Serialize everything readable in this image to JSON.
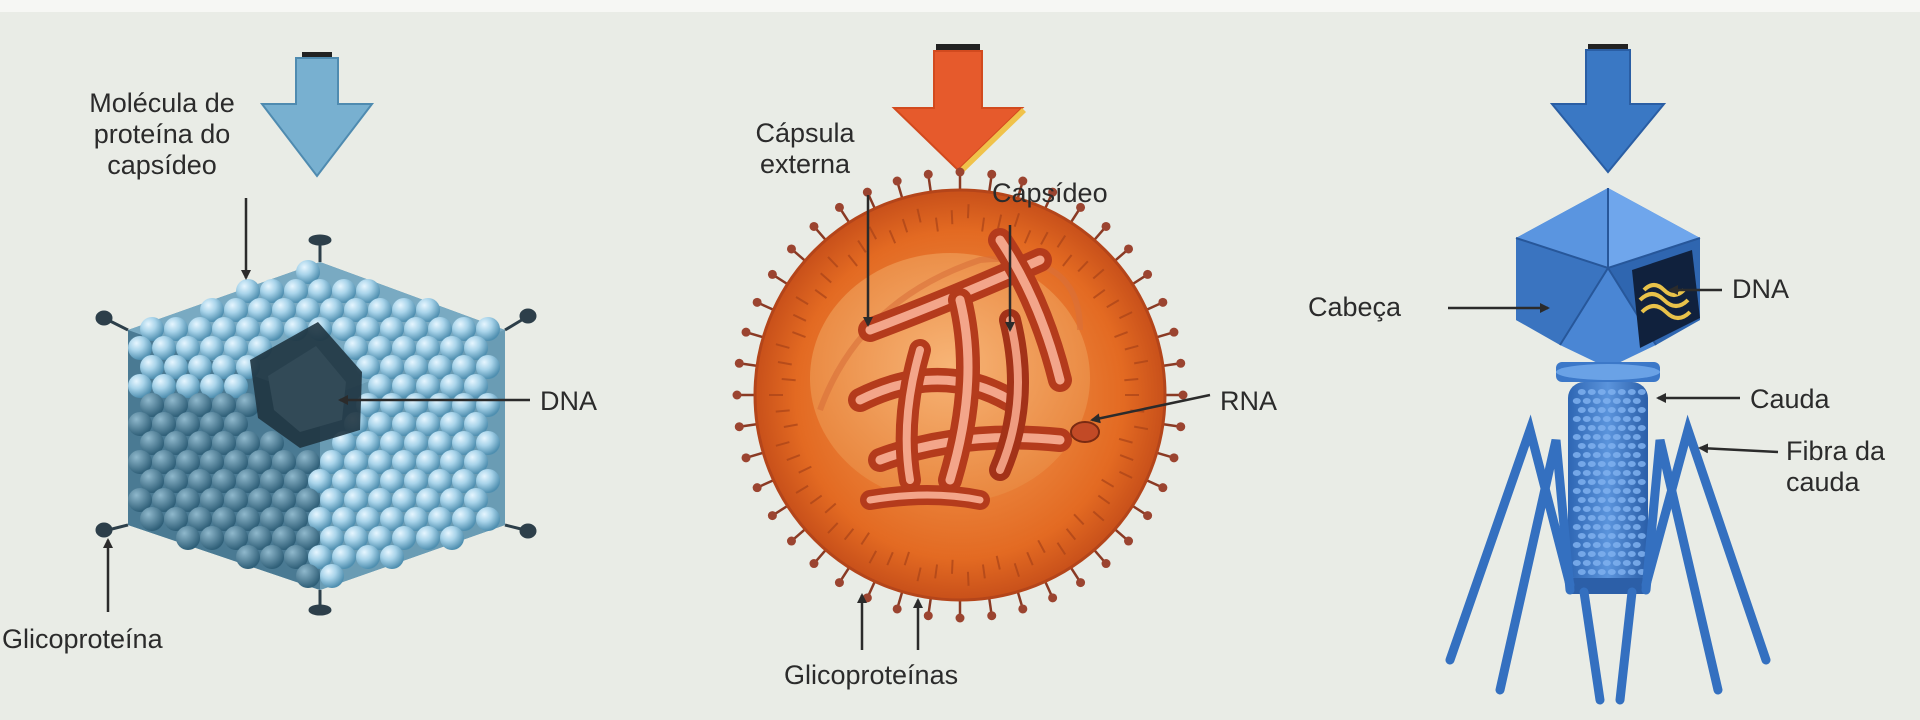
{
  "panels": [
    {
      "id": "icosahedral-virus",
      "arrow_color": "#78b0d0",
      "labels": {
        "capsid_protein": "Molécula de\nproteína do\ncapsídeo",
        "dna": "DNA",
        "glycoprotein": "Glicoproteína"
      }
    },
    {
      "id": "enveloped-virus",
      "arrow_color": "#e65a2c",
      "labels": {
        "outer_capsule": "Cápsula\nexterna",
        "capsid": "Capsídeo",
        "rna": "RNA",
        "glycoproteins": "Glicoproteínas"
      }
    },
    {
      "id": "bacteriophage",
      "arrow_color": "#3a78c4",
      "labels": {
        "head": "Cabeça",
        "dna": "DNA",
        "tail": "Cauda",
        "tail_fiber": "Fibra da\ncauda"
      }
    }
  ]
}
